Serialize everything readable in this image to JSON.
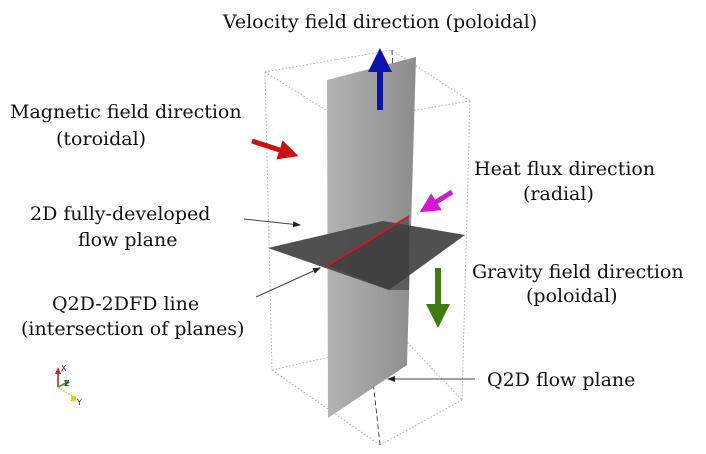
{
  "labels": {
    "velocity": "Velocity field direction (poloidal)",
    "magnetic_line1": "Magnetic field direction",
    "magnetic_line2": "(toroidal)",
    "heat_line1": "Heat flux direction",
    "heat_line2": "(radial)",
    "plane2d_line1": "2D fully-developed",
    "plane2d_line2": "flow plane",
    "gravity_line1": "Gravity field direction",
    "gravity_line2": "(poloidal)",
    "q2d_line_line1": "Q2D-2DFD line",
    "q2d_line_line2": "(intersection of planes)",
    "q2d_plane": "Q2D flow plane"
  },
  "axes": {
    "x": "X",
    "y": "Y",
    "z": "Z"
  },
  "colors": {
    "velocity_arrow": "#0a14a8",
    "magnetic_arrow": "#cc1111",
    "heat_arrow": "#d21ad2",
    "gravity_arrow": "#3f7a12",
    "intersection_line": "#e0141e",
    "vertical_plane": "#9a9a9a",
    "horizontal_plane": "#4a4a4a"
  }
}
